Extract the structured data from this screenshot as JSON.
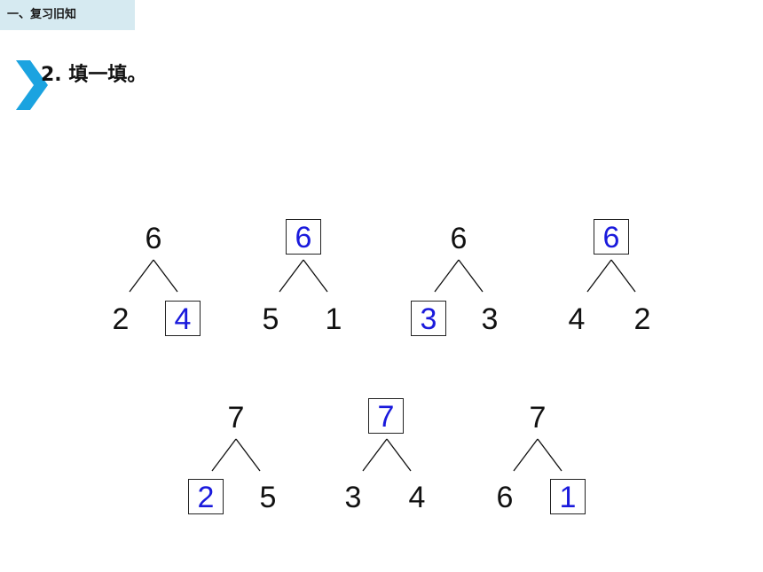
{
  "section": {
    "label": "一、复习旧知"
  },
  "heading": {
    "text": "2. 填一填。"
  },
  "colors": {
    "accent": "#1ba3e0",
    "answer": "#1a1adc",
    "tab_bg": "#d6eaf1"
  },
  "problems": [
    {
      "top": "6",
      "left": "2",
      "right": "4",
      "answer_slot": "right"
    },
    {
      "top": "6",
      "left": "5",
      "right": "1",
      "answer_slot": "top"
    },
    {
      "top": "6",
      "left": "3",
      "right": "3",
      "answer_slot": "left"
    },
    {
      "top": "6",
      "left": "4",
      "right": "2",
      "answer_slot": "top"
    },
    {
      "top": "7",
      "left": "2",
      "right": "5",
      "answer_slot": "left"
    },
    {
      "top": "7",
      "left": "3",
      "right": "4",
      "answer_slot": "top"
    },
    {
      "top": "7",
      "left": "6",
      "right": "1",
      "answer_slot": "right"
    }
  ]
}
